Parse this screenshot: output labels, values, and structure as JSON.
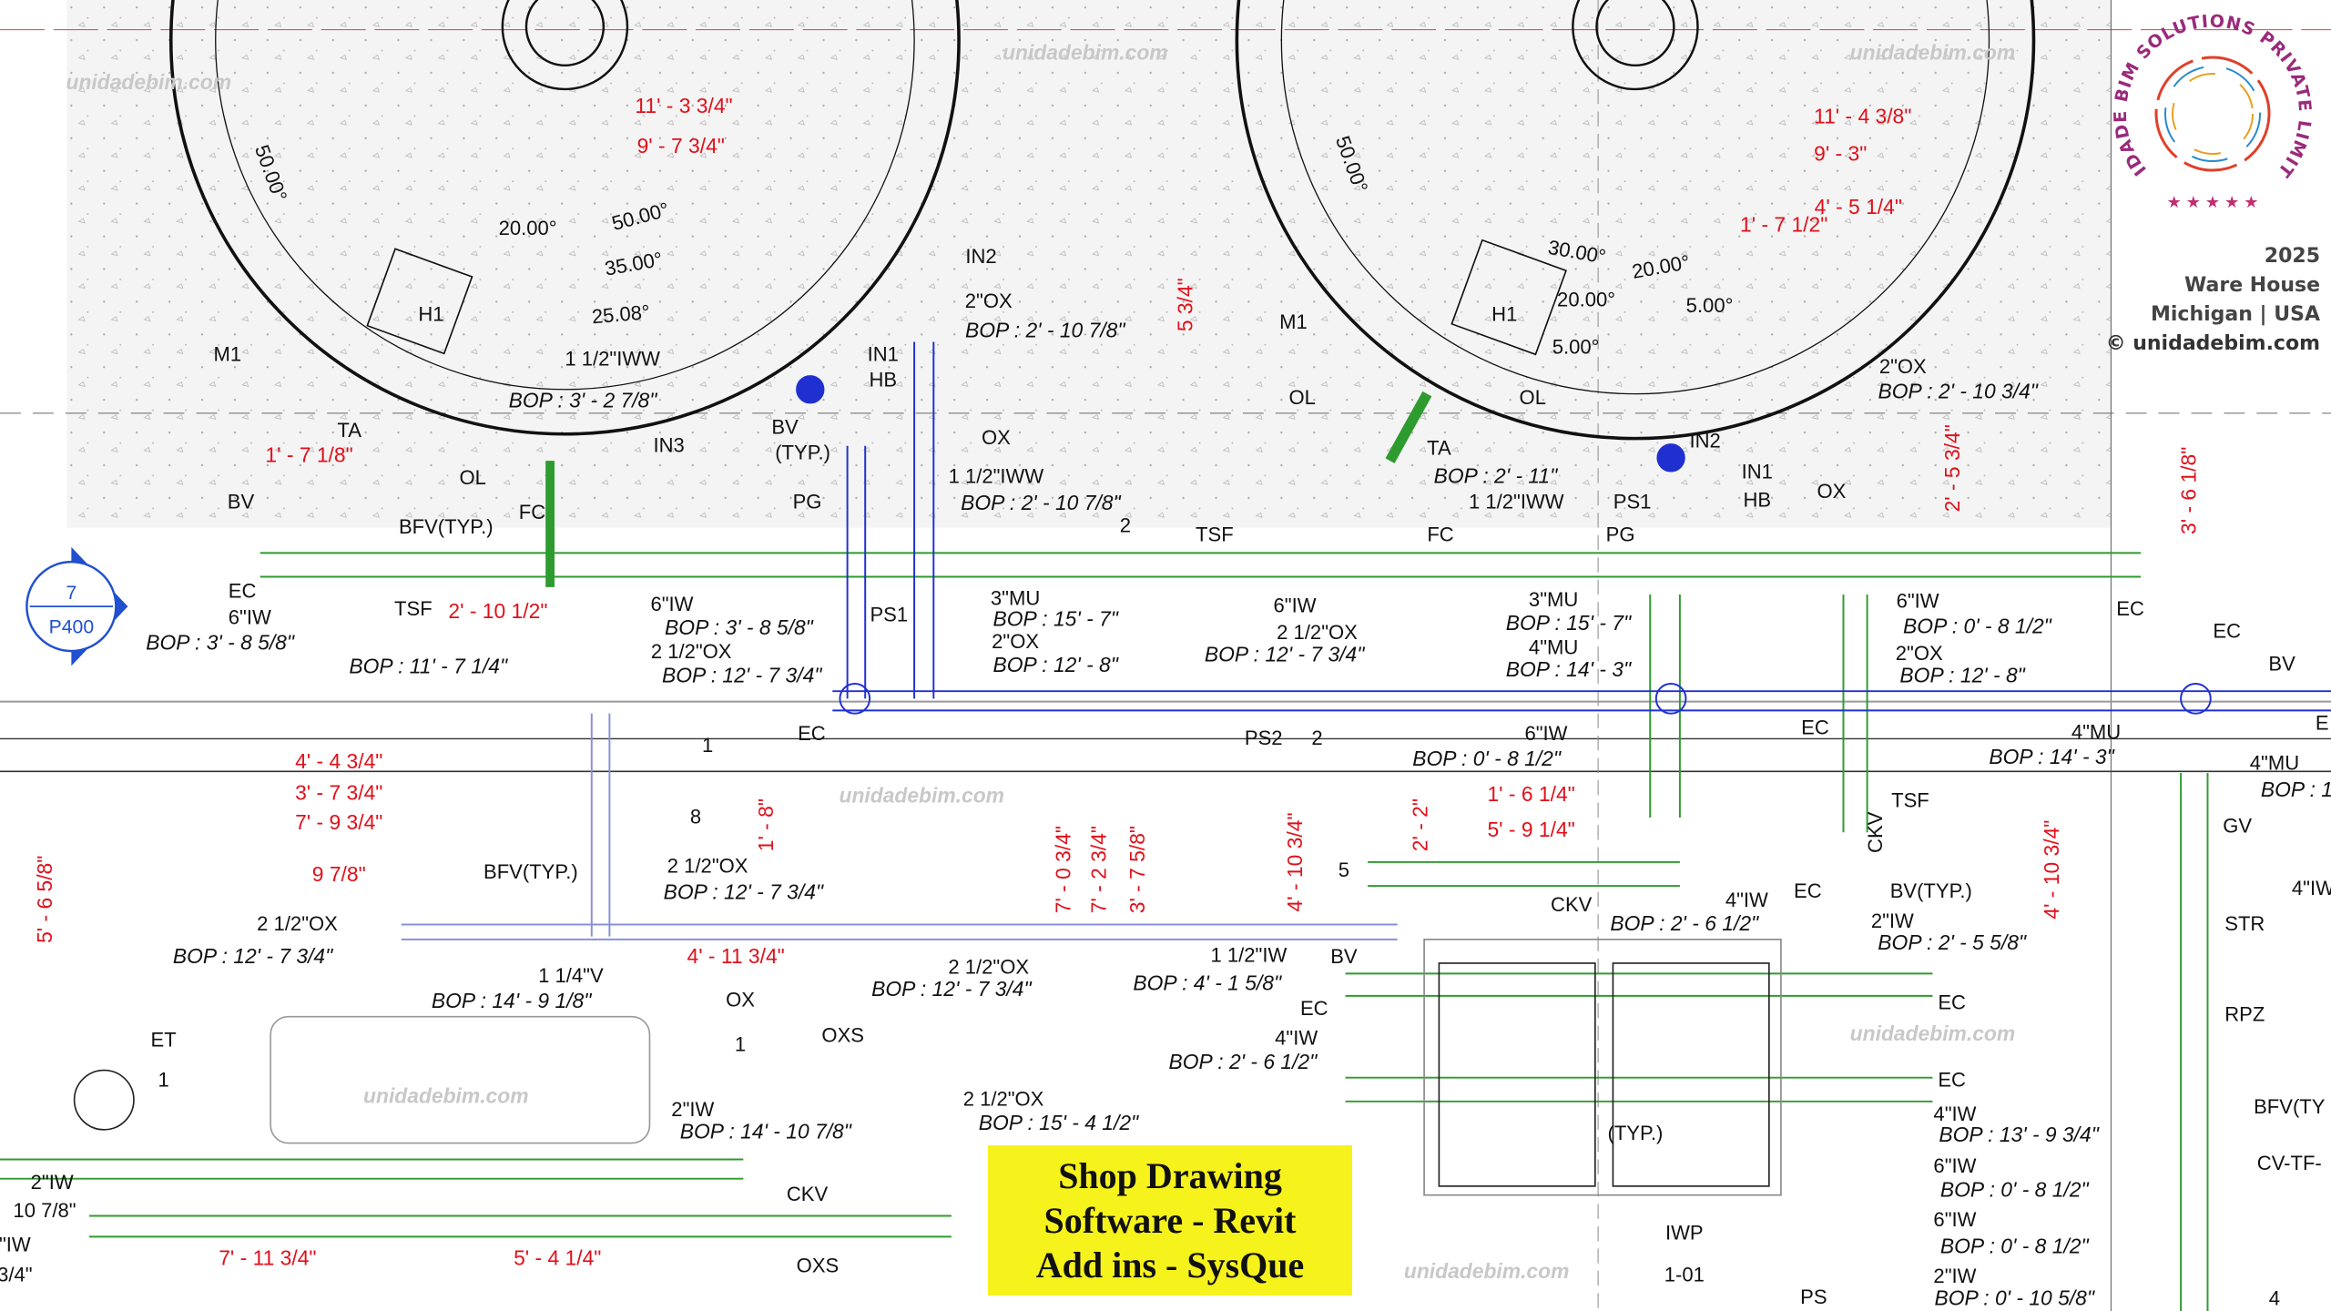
{
  "colors": {
    "dimension": "#e0101a",
    "pipe_green": "#2e9b2e",
    "pipe_blue": "#2030d0",
    "banner": "#f6f21c",
    "background_stipple": "#f2f2f2"
  },
  "logo": {
    "ring_text": "UNIDADE BIM SOLUTIONS PRIVATE LIMITED",
    "year": "2025",
    "project": "Ware House",
    "location": "Michigan | USA",
    "website": "© unidadebim.com"
  },
  "banner": {
    "lines": [
      "Shop Drawing",
      "Software - Revit",
      "Add ins - SysQue"
    ]
  },
  "section_callout": {
    "number": "7",
    "sheet": "P400"
  },
  "watermark": "unidadebim.com",
  "dimensions": [
    "11' - 3 3/4\"",
    "9' - 7 3/4\"",
    "1' - 7 1/8\"",
    "2' - 10 1/2\"",
    "4' - 4 3/4\"",
    "3' - 7 3/4\"",
    "7' - 9 3/4\"",
    "9 7/8\"",
    "4' - 11 3/4\"",
    "7' - 11 3/4\"",
    "5' - 4 1/4\"",
    "11' - 4 3/8\"",
    "9' - 3\"",
    "4' - 5 1/4\"",
    "1' - 7 1/2\"",
    "1' - 6 1/4\"",
    "5' - 9 1/4\"",
    "5 3/4\"",
    "2' - 5 3/4\"",
    "3' - 6 1/8\"",
    "1' - 8\"",
    "7' - 0 3/4\"",
    "7' - 2 3/4\"",
    "3' - 7 5/8\"",
    "4' - 10 3/4\"",
    "2' - 2\"",
    "4' - 10 3/4\"",
    "5' - 6 5/8\""
  ],
  "tags": [
    "50.00°",
    "20.00°",
    "50.00°",
    "35.00°",
    "25.08°",
    "H1",
    "M1",
    "TA",
    "OL",
    "FC",
    "BV",
    "BFV(TYP.)",
    "EC",
    "6\"IW",
    "IN2",
    "2\"OX",
    "IN1",
    "HB",
    "1 1/2\"IWW",
    "BV",
    "(TYP.)",
    "IN3",
    "PG",
    "OX",
    "1 1/2\"IWW",
    "2",
    "TSF",
    "TSF",
    "6\"IW",
    "2 1/2\"OX",
    "PS1",
    "3\"MU",
    "2\"OX",
    "EC",
    "1",
    "PS2",
    "2",
    "8",
    "BFV(TYP.)",
    "2 1/2\"OX",
    "2 1/2\"OX",
    "1 1/4\"V",
    "OX",
    "1",
    "OXS",
    "ET",
    "1",
    "2\"IW",
    "2 1/2\"OX",
    "CKV",
    "OXS",
    "2\"IW",
    "10 7/8\"",
    "\"IW",
    "3/4\"",
    "2 1/2\"OX",
    "5",
    "BV",
    "1 1/2\"IW",
    "EC",
    "4\"IW",
    "CKV",
    "4\"IW",
    "EC",
    "BV(TYP.)",
    "2\"IW",
    "EC",
    "EC",
    "4\"IW",
    "6\"IW",
    "6\"IW",
    "2\"IW",
    "IWP",
    "1-01",
    "PS",
    "(TYP.)",
    "50.00°",
    "30.00°",
    "20.00°",
    "20.00°",
    "5.00°",
    "5.00°",
    "H1",
    "M1",
    "OL",
    "TA",
    "OL",
    "FC",
    "1 1/2\"IWW",
    "PS1",
    "PG",
    "IN2",
    "IN1",
    "HB",
    "OX",
    "2\"OX",
    "6\"IW",
    "2 1/2\"OX",
    "3\"MU",
    "4\"MU",
    "2\"OX",
    "6\"IW",
    "EC",
    "EC",
    "6\"IW",
    "EC",
    "BV",
    "4\"MU",
    "4\"MU",
    "TSF",
    "CKV",
    "GV",
    "4\"IW",
    "STR",
    "RPZ",
    "BFV(TY",
    "CV-TF-",
    "4",
    "E"
  ],
  "bop_labels": [
    "BOP : 3' - 2 7/8\"",
    "BOP : 2' - 10 7/8\"",
    "BOP : 2' - 10 7/8\"",
    "BOP : 3' - 8 5/8\"",
    "BOP : 11' - 7 1/4\"",
    "BOP : 3' - 8 5/8\"",
    "BOP : 12' - 7 3/4\"",
    "BOP : 15' - 7\"",
    "BOP : 12' - 8\"",
    "BOP : 12' - 7 3/4\"",
    "BOP : 2' - 11\"",
    "BOP : 2' - 10 3/4\"",
    "BOP : 15' - 7\"",
    "BOP : 14' - 3\"",
    "BOP : 0' - 8 1/2\"",
    "BOP : 12' - 8\"",
    "BOP : 0' - 8 1/2\"",
    "BOP : 14' - 3\"",
    "BOP : 1",
    "BOP : 12' - 7 3/4\"",
    "BOP : 12' - 7 3/4\"",
    "BOP : 14' - 9 1/8\"",
    "BOP : 12' - 7 3/4\"",
    "BOP : 14' - 10 7/8\"",
    "BOP : 15' - 4 1/2\"",
    "BOP : 4' - 1 5/8\"",
    "BOP : 2' - 6 1/2\"",
    "BOP : 2' - 6 1/2\"",
    "BOP : 2' - 5 5/8\"",
    "BOP : 13' - 9 3/4\"",
    "BOP : 0' - 8 1/2\"",
    "BOP : 0' - 8 1/2\"",
    "BOP : 0' - 10 5/8\""
  ]
}
